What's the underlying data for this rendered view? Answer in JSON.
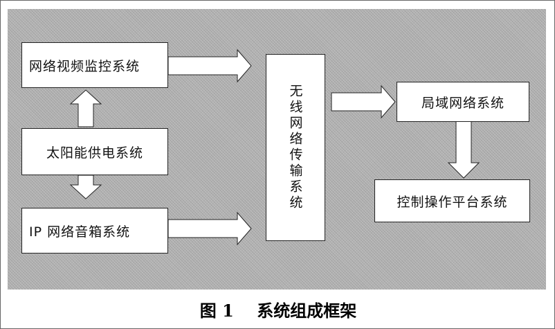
{
  "diagram": {
    "boxes": {
      "video": "网络视频监控系统",
      "solar": "太阳能供电系统",
      "ip_speaker": "IP 网络音箱系统",
      "wireless": "无线网络传输系统",
      "lan": "局域网络系统",
      "control": "控制操作平台系统"
    },
    "caption": {
      "figure": "图 1",
      "title": "系统组成框架"
    },
    "colors": {
      "background": "#b4b4b4",
      "box_fill": "#ffffff",
      "arrow_fill": "#ffffff"
    }
  }
}
